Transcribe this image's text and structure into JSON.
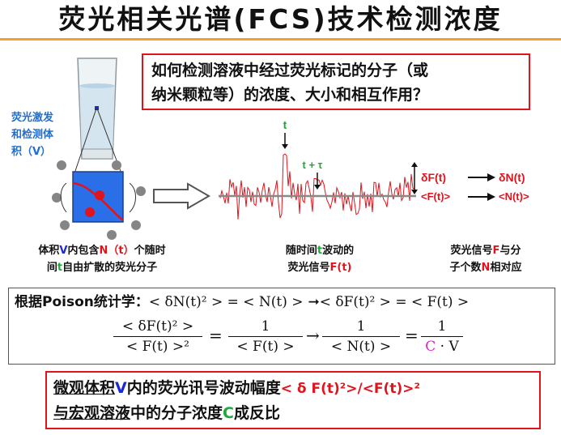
{
  "title": "荧光相关光谱(FCS)技术检测浓度",
  "question": {
    "line1": "如何检测溶液中经过荧光标记的分子（或",
    "line2": "纳米颗粒等）的浓度、大小和相互作用？"
  },
  "volume_label": {
    "line1": "荧光激发",
    "line2": "和检测体",
    "line3": "积（V）"
  },
  "signal_labels": {
    "t": "t",
    "t_tau": "t + τ",
    "dF": "δF(t)",
    "dN": "δN(t)",
    "F_mean": "<F(t)>",
    "N_mean": "<N(t)>"
  },
  "captions": {
    "left": {
      "p1": "体积",
      "V": "V",
      "p2": "内包含",
      "N": "N（t）",
      "p3": "个随时",
      "p4": "间",
      "t": "t",
      "p5": "自由扩散的荧光分子"
    },
    "middle": {
      "p1": "随时间",
      "t": "t",
      "p2": "波动的",
      "p3": "荧光信号",
      "F": "F(t)"
    },
    "right": {
      "p1": "荧光信号",
      "F": "F",
      "p2": "与分",
      "p3": "子个数",
      "N": "N",
      "p4": "相对应"
    }
  },
  "formula": {
    "prefix": "根据Poison统计学：",
    "eq_a": "< δN(t)² > = < N(t) >",
    "arrow": "➞",
    "eq_b": "< δF(t)² > = < F(t) >",
    "f1_num": "< δF(t)² >",
    "f1_den": "< F(t) >²",
    "eq1": "=",
    "f2_num": "1",
    "f2_den": "< F(t) >",
    "arrow2": "→",
    "f3_num": "1",
    "f3_den": "< N(t) >",
    "eq2": "=",
    "f4_num": "1",
    "f4_den_C": "C",
    "f4_den_rest": " · V"
  },
  "conclusion": {
    "p1": "微观体积",
    "V": "V",
    "p2": "内的荧光讯号波动幅度",
    "expr": "< δ F(t)²>/<F(t)>²",
    "p3": "与宏观溶液",
    "p4": "中的分子浓度",
    "C": "C",
    "p5": "成反比"
  },
  "colors": {
    "title_rule": "#f2a12d",
    "red": "#e0141c",
    "blue": "#1a28d6",
    "green": "#20a83a",
    "magenta": "#e020c8",
    "cube_fill": "#2a6ee8"
  },
  "icons": [
    "glass-of-water-icon",
    "right-arrow-icon"
  ]
}
